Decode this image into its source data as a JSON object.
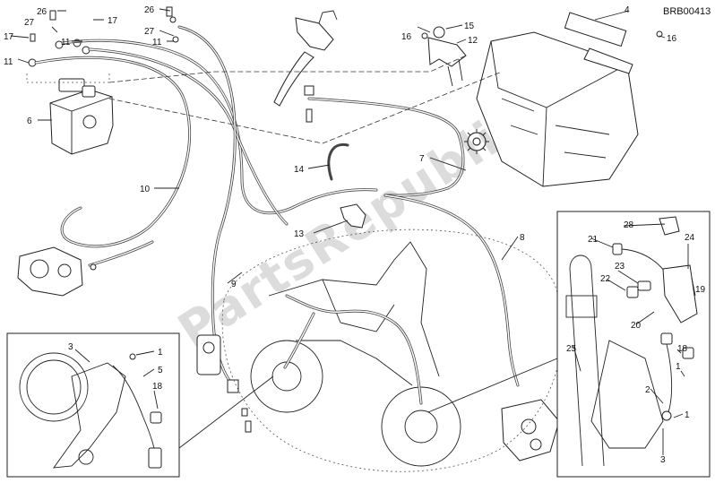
{
  "diagram": {
    "code": "BRB00413",
    "watermark": "PartsRepublik",
    "callouts": [
      {
        "id": "c1",
        "label": "1"
      },
      {
        "id": "c2",
        "label": "2"
      },
      {
        "id": "c3",
        "label": "3"
      },
      {
        "id": "c4",
        "label": "4"
      },
      {
        "id": "c5",
        "label": "5"
      },
      {
        "id": "c6",
        "label": "6"
      },
      {
        "id": "c7",
        "label": "7"
      },
      {
        "id": "c8",
        "label": "8"
      },
      {
        "id": "c9",
        "label": "9"
      },
      {
        "id": "c10",
        "label": "10"
      },
      {
        "id": "c11",
        "label": "11"
      },
      {
        "id": "c12",
        "label": "12"
      },
      {
        "id": "c13",
        "label": "13"
      },
      {
        "id": "c14",
        "label": "14"
      },
      {
        "id": "c15",
        "label": "15"
      },
      {
        "id": "c16",
        "label": "16"
      },
      {
        "id": "c17",
        "label": "17"
      },
      {
        "id": "c18",
        "label": "18"
      },
      {
        "id": "c19",
        "label": "19"
      },
      {
        "id": "c20",
        "label": "20"
      },
      {
        "id": "c21",
        "label": "21"
      },
      {
        "id": "c22",
        "label": "22"
      },
      {
        "id": "c23",
        "label": "23"
      },
      {
        "id": "c24",
        "label": "24"
      },
      {
        "id": "c25",
        "label": "25"
      },
      {
        "id": "c26",
        "label": "26"
      },
      {
        "id": "c27",
        "label": "27"
      },
      {
        "id": "c28",
        "label": "28"
      }
    ]
  }
}
